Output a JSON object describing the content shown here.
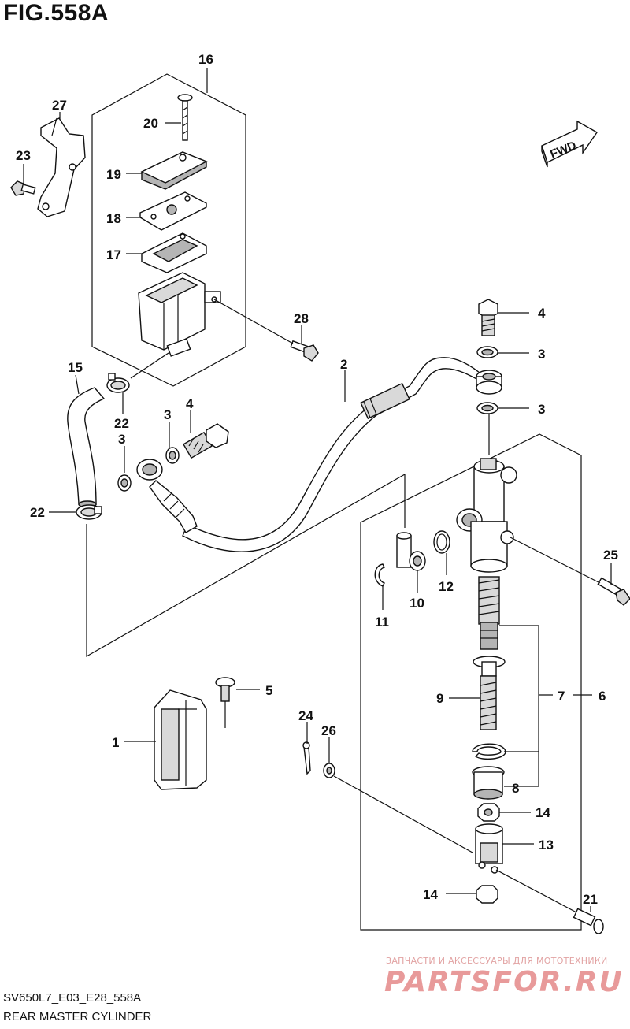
{
  "figure": {
    "title": "FIG.558A",
    "code": "SV650L7_E03_E28_558A",
    "subtitle": "REAR MASTER CYLINDER",
    "direction_label": "FWD"
  },
  "watermark": {
    "line1": "ЗАПЧАСТИ И АКСЕССУАРЫ ДЛЯ МОТОТЕХНИКИ",
    "line2": "PARTSFOR.RU"
  },
  "callouts": {
    "c1": "1",
    "c2": "2",
    "c3a": "3",
    "c3b": "3",
    "c3c": "3",
    "c3d": "3",
    "c4a": "4",
    "c4b": "4",
    "c5": "5",
    "c6": "6",
    "c7": "7",
    "c8": "8",
    "c9": "9",
    "c10": "10",
    "c11": "11",
    "c12": "12",
    "c13": "13",
    "c14a": "14",
    "c14b": "14",
    "c15": "15",
    "c16": "16",
    "c17": "17",
    "c18": "18",
    "c19": "19",
    "c20": "20",
    "c21": "21",
    "c22a": "22",
    "c22b": "22",
    "c23": "23",
    "c24": "24",
    "c25": "25",
    "c26": "26",
    "c27": "27",
    "c28": "28"
  }
}
